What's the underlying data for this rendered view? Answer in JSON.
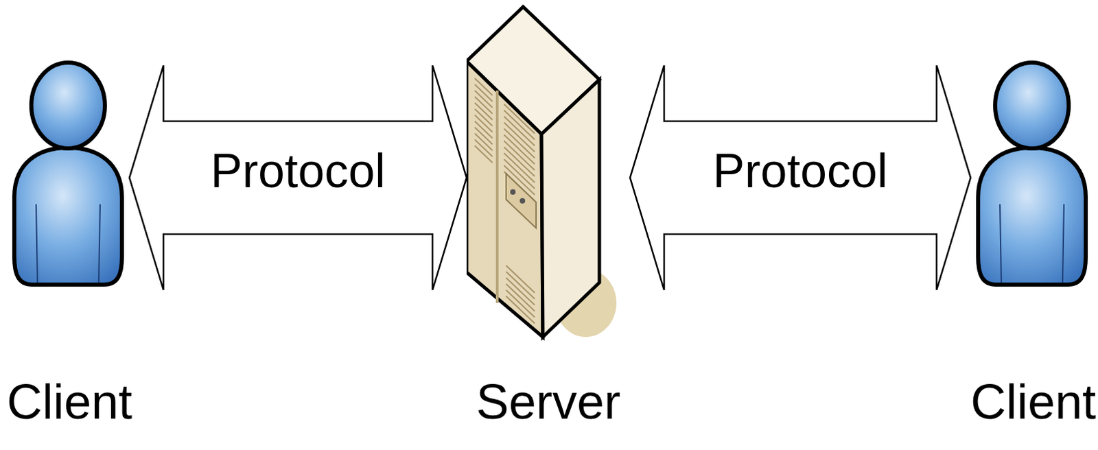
{
  "diagram": {
    "nodes": [
      {
        "text": [
          "Client"
        ]
      },
      {
        "text": [
          "Server"
        ]
      },
      {
        "text": [
          "Client"
        ]
      }
    ],
    "edges": [
      {
        "from": 0,
        "to": 1,
        "label": "Protocol",
        "arrow": "both"
      },
      {
        "from": 1,
        "to": 2,
        "label": "Protocol",
        "arrow": "both"
      }
    ]
  }
}
